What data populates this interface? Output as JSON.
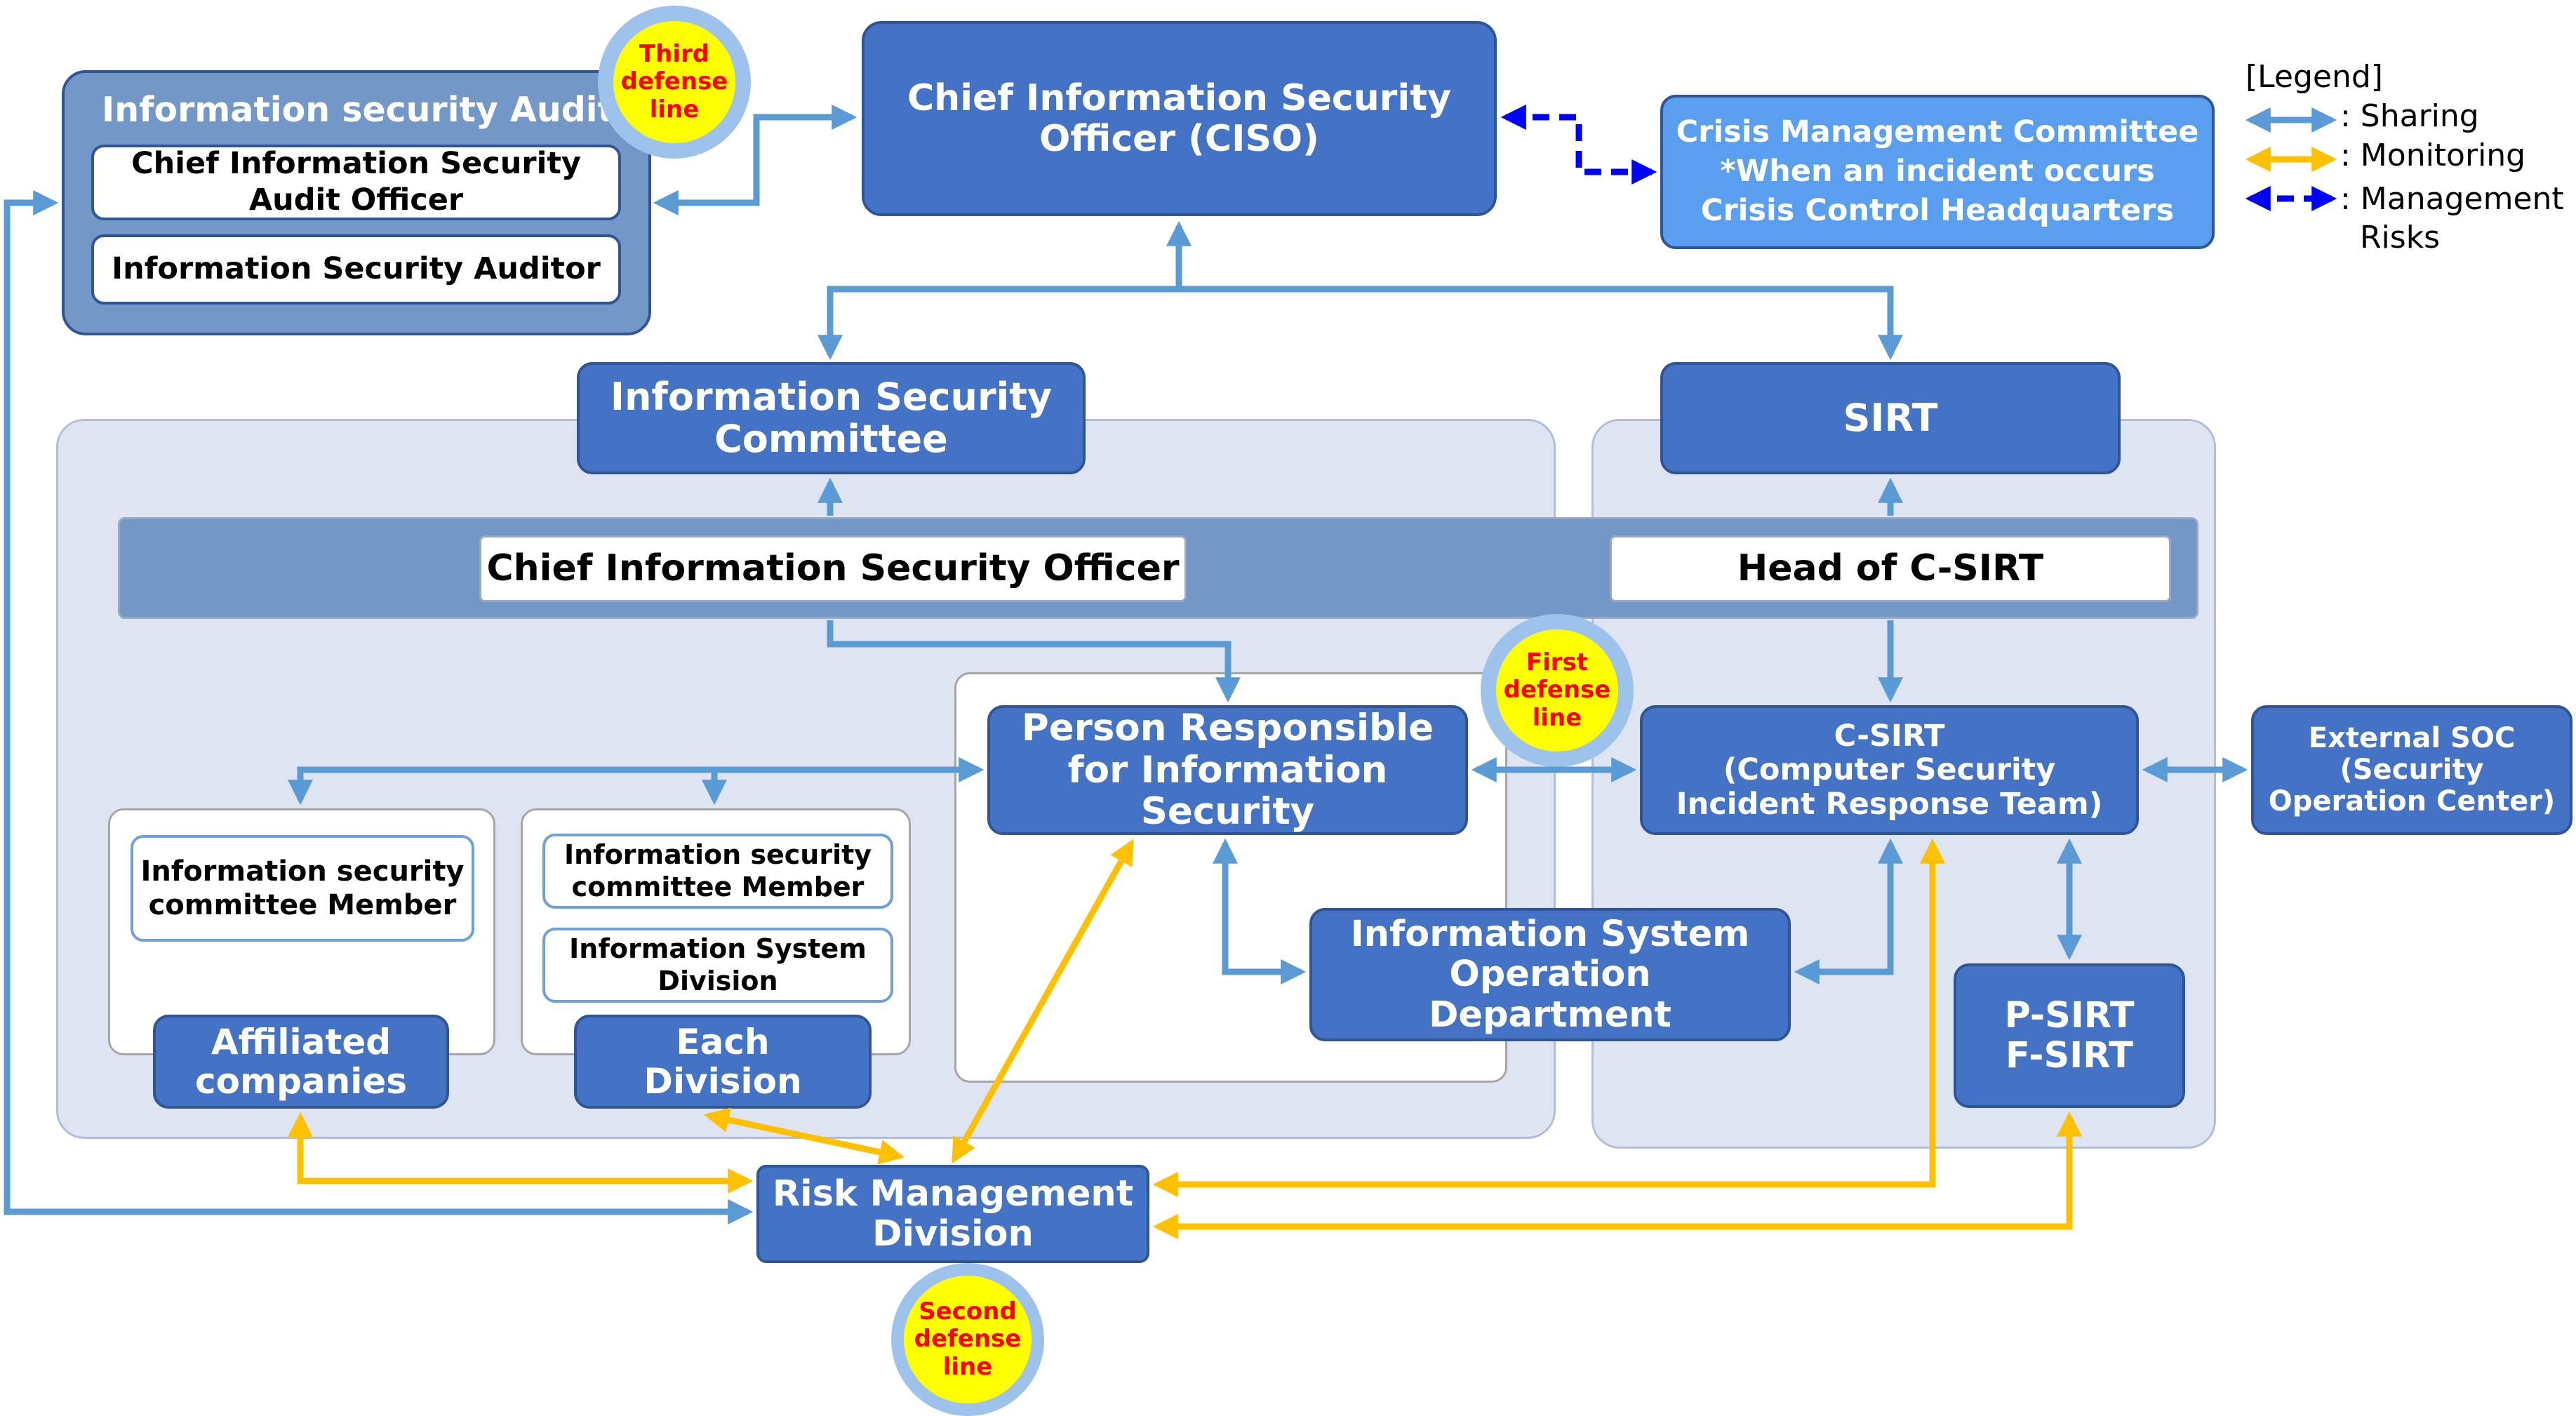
{
  "colors": {
    "sharing": "#5b9bd5",
    "monitoring": "#ffc000",
    "management": "#0000ff",
    "box_dark": "#4472c4",
    "box_light": "#5a9ef0",
    "defense_circle": "#ffff00"
  },
  "audit": {
    "title": "Information security Audit",
    "officer": "Chief Information Security\nAudit Officer",
    "auditor": "Information Security Auditor"
  },
  "ciso": "Chief Information Security\nOfficer (CISO)",
  "crisis": "Crisis Management Committee\n*When an incident occurs\nCrisis Control Headquarters",
  "legend": {
    "title": "[Legend]",
    "sharing": ": Sharing",
    "monitoring": ": Monitoring",
    "management": ": Management\n  Risks"
  },
  "is_committee": "Information Security\nCommittee",
  "sirt": "SIRT",
  "band": {
    "ciso_label": "Chief Information Security Officer",
    "csirt_head": "Head of C-SIRT"
  },
  "person_responsible": "Person Responsible\nfor Information\nSecurity",
  "csirt": "C-SIRT\n(Computer Security\nIncident Response Team)",
  "external_soc": "External SOC\n(Security\nOperation Center)",
  "affiliated": {
    "member": "Information security\ncommittee Member",
    "label": "Affiliated\ncompanies"
  },
  "division": {
    "member": "Information security\ncommittee Member",
    "system": "Information System\nDivision",
    "label": "Each\nDivision"
  },
  "is_operation": "Information System\nOperation\nDepartment",
  "psirt": "P-SIRT\nF-SIRT",
  "risk_mgmt": "Risk Management\nDivision",
  "defense": {
    "first": "First\ndefense\nline",
    "second": "Second\ndefense\nline",
    "third": "Third\ndefense\nline"
  }
}
